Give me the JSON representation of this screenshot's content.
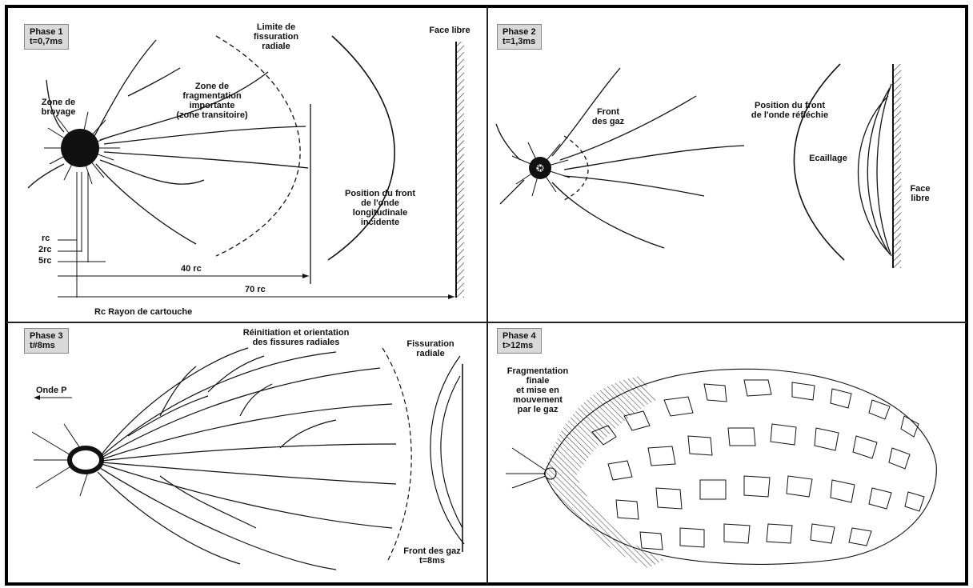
{
  "phase1": {
    "badge_line1": "Phase 1",
    "badge_line2": "t=0,7ms",
    "zone_broyage_1": "Zone de",
    "zone_broyage_2": "broyage",
    "limite_1": "Limite de",
    "limite_2": "fissuration",
    "limite_3": "radiale",
    "zone_frag_1": "Zone de",
    "zone_frag_2": "fragmentation",
    "zone_frag_3": "importante",
    "zone_frag_4": "(zone transitoire)",
    "face_libre": "Face libre",
    "position_1": "Position du front",
    "position_2": "de l'onde",
    "position_3": "longitudinale",
    "position_4": "incidente",
    "rc": "rc",
    "rc2": "2rc",
    "rc5": "5rc",
    "dim40": "40 rc",
    "dim70": "70 rc",
    "legend": "Rc  Rayon de cartouche"
  },
  "phase2": {
    "badge_line1": "Phase 2",
    "badge_line2": "t=1,3ms",
    "front_gaz_1": "Front",
    "front_gaz_2": "des gaz",
    "position_1": "Position du front",
    "position_2": "de l'onde réfléchie",
    "ecaillage": "Ecaillage",
    "face_1": "Face",
    "face_2": "libre"
  },
  "phase3": {
    "badge_line1": "Phase 3",
    "badge_line2": "t#8ms",
    "reinit_1": "Réinitiation et orientation",
    "reinit_2": "des fissures radiales",
    "fissuration_1": "Fissuration",
    "fissuration_2": "radiale",
    "onde_p": "Onde P",
    "front_gaz_1": "Front des gaz",
    "front_gaz_2": "t=8ms"
  },
  "phase4": {
    "badge_line1": "Phase 4",
    "badge_line2": "t>12ms",
    "frag_1": "Fragmentation",
    "frag_2": "finale",
    "frag_3": "et mise en",
    "frag_4": "mouvement",
    "frag_5": "par le gaz"
  }
}
